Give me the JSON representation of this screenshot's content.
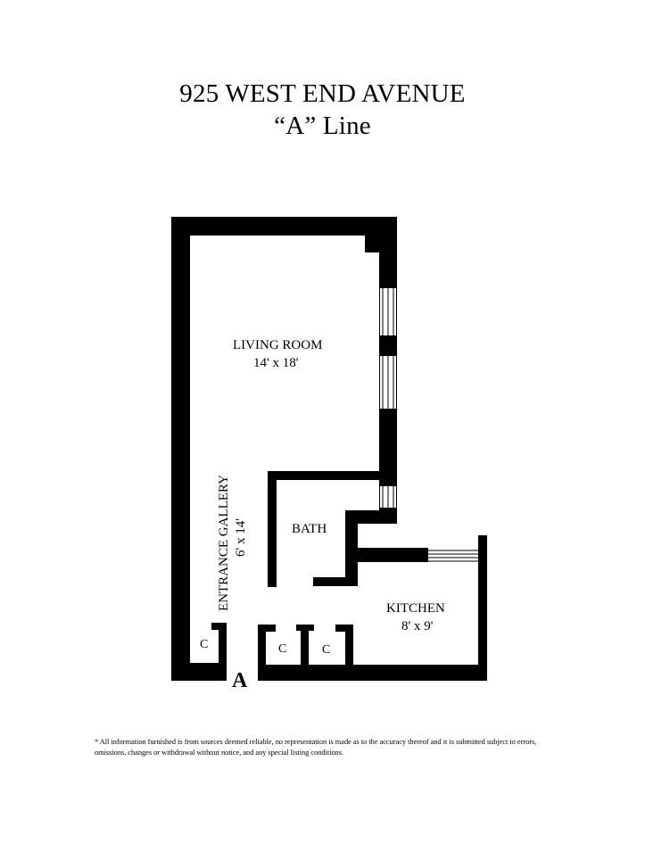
{
  "header": {
    "address": "925 WEST END AVENUE",
    "line": "“A” Line"
  },
  "rooms": {
    "living_room": {
      "name": "LIVING ROOM",
      "dimensions": "14' x 18'"
    },
    "entrance_gallery": {
      "name": "ENTRANCE GALLERY",
      "dimensions": "6' x 14'"
    },
    "bath": {
      "name": "BATH"
    },
    "kitchen": {
      "name": "KITCHEN",
      "dimensions": "8' x 9'"
    }
  },
  "closets": [
    "C",
    "C",
    "C"
  ],
  "entry_marker": "A",
  "disclaimer": "* All information furnished is from sources deemed reliable, no representation is made as to the accuracy thereof and it is submitted subject to errors, omissions, changes or withdrawal without notice, and any special listing conditions.",
  "colors": {
    "wall": "#000000",
    "background": "#ffffff"
  }
}
